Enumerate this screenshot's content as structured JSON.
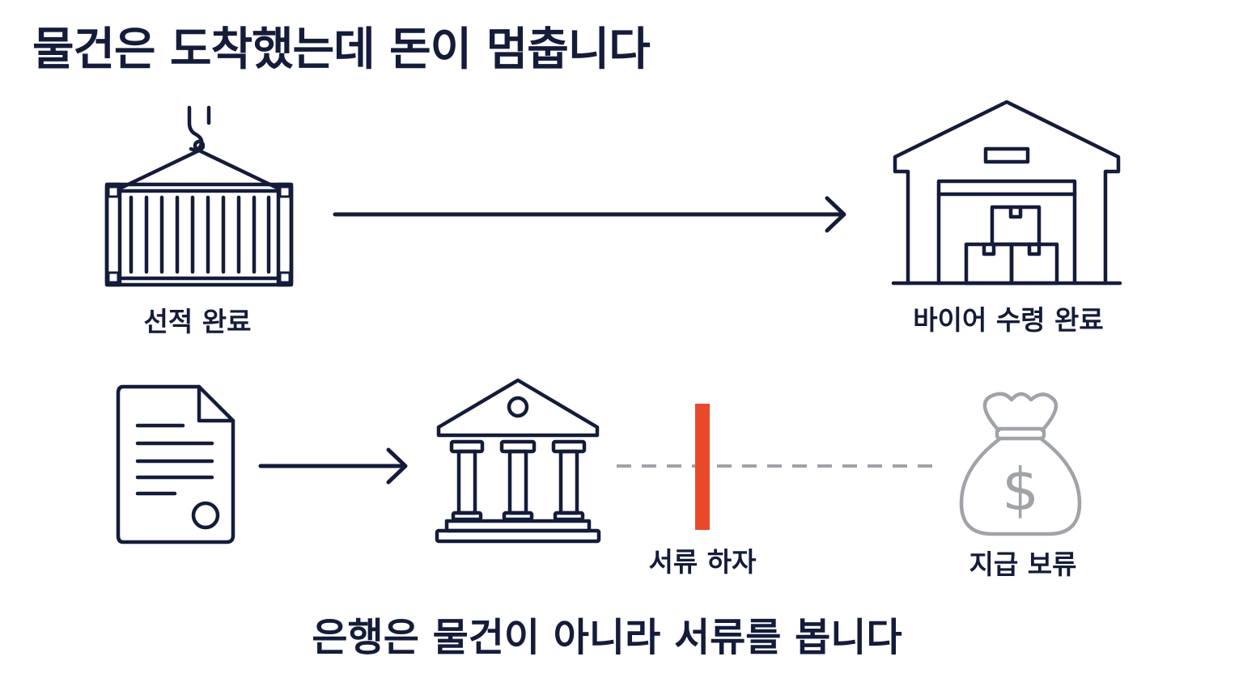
{
  "title": "물건은 도착했는데 돈이 멈춥니다",
  "caption": "은행은 물건이 아니라 서류를 봅니다",
  "labels": {
    "shipment": "선적 완료",
    "buyer_receipt": "바이어 수령 완료",
    "document_discrepancy": "서류 하자",
    "payment_hold": "지급 보류"
  },
  "icons": {
    "container": "shipping-container-icon",
    "warehouse": "warehouse-icon",
    "document": "document-icon",
    "bank": "bank-icon",
    "money_bag": "money-bag-icon"
  },
  "colors": {
    "ink": "#141c3a",
    "blocker": "#e8492b",
    "inactive": "#a0a3a8"
  }
}
